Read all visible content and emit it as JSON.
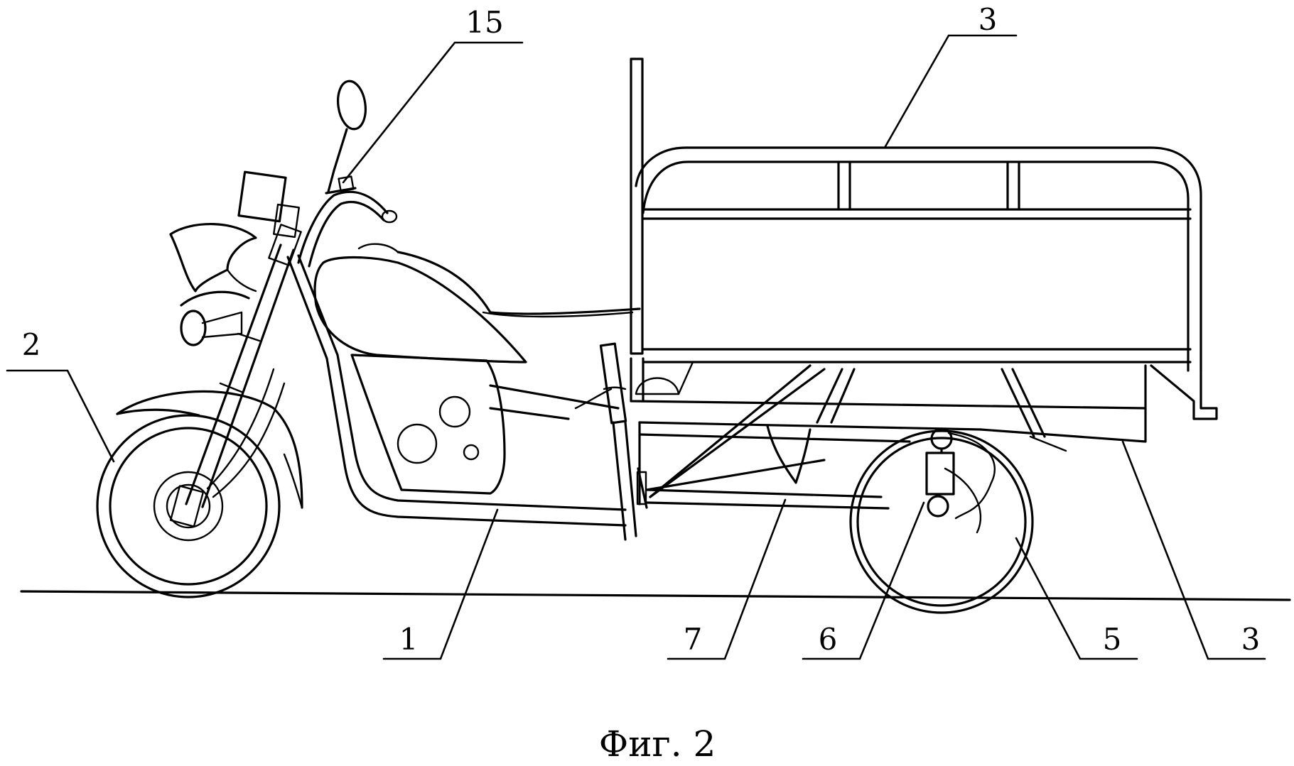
{
  "figure": {
    "caption": "Фиг. 2",
    "labels": {
      "frame": "1",
      "front_wheel": "2",
      "cargo_box_top": "3",
      "cargo_box_bottom": "3",
      "rear_wheel": "5",
      "axle_unit": "6",
      "subframe": "7",
      "steering_control": "15"
    }
  }
}
